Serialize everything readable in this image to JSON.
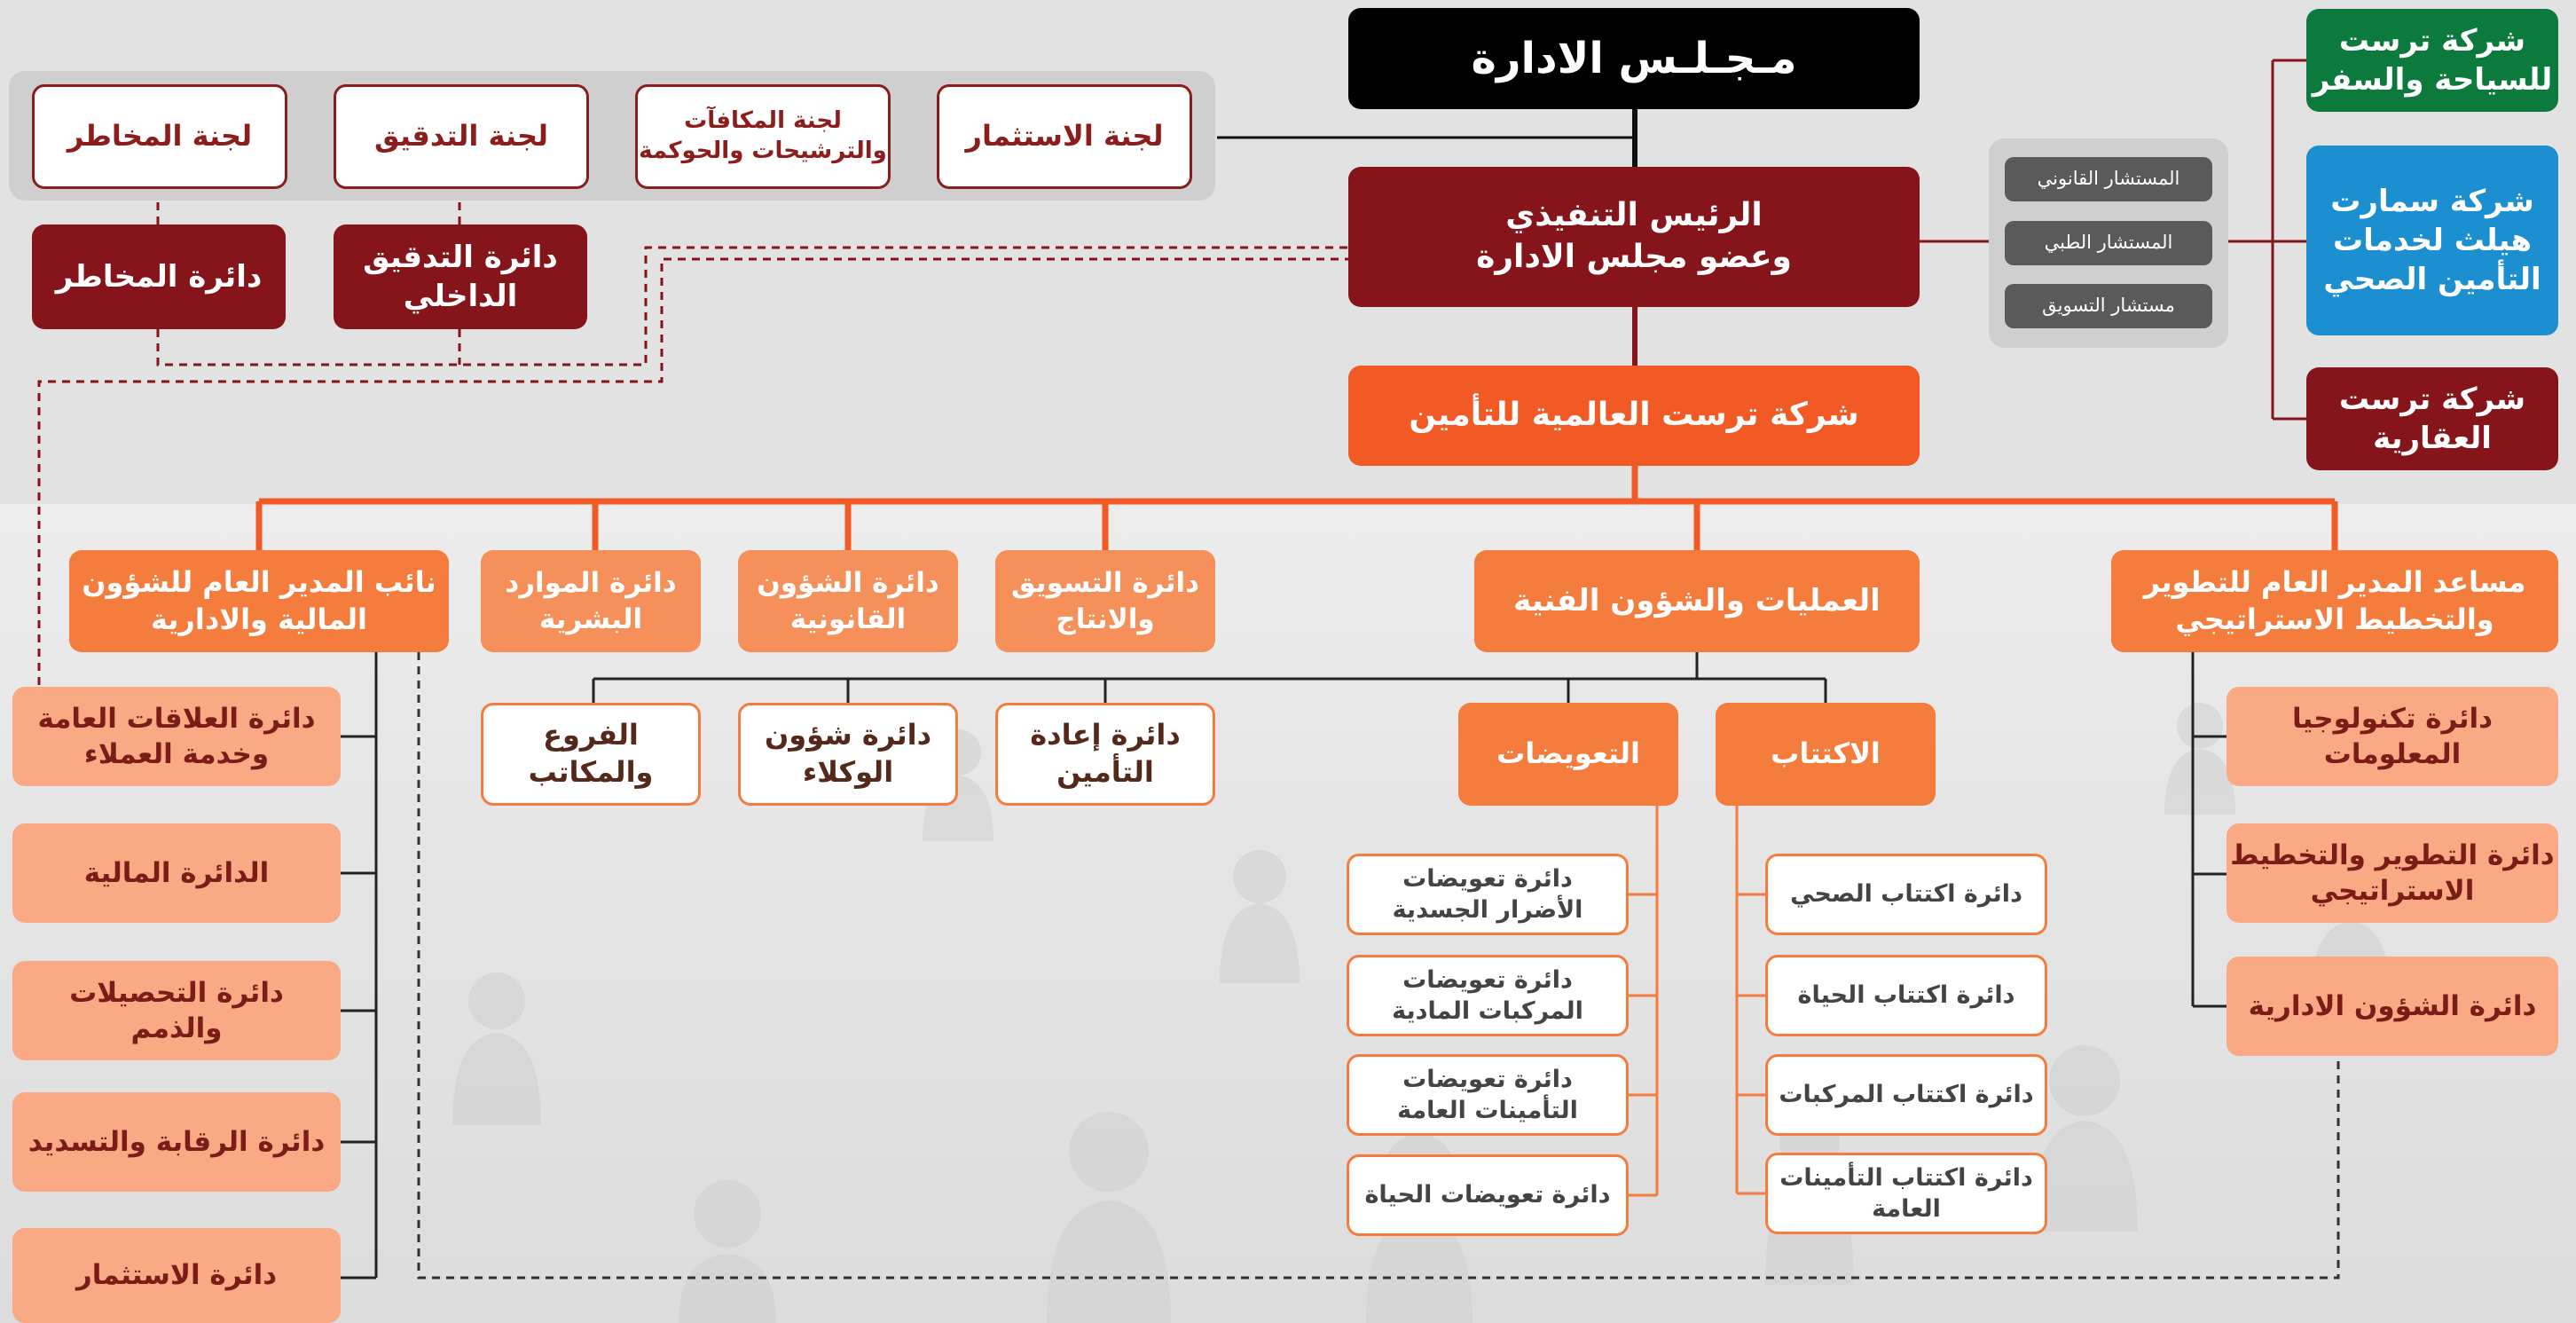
{
  "board": "مـجـلـس الادارة",
  "ceo": "الرئيس التنفيذي\nوعضو مجلس الادارة",
  "company": "شركة ترست العالمية للتأمين",
  "committees": {
    "investment": "لجنة الاستثمار",
    "remuneration": "لجنة المكافآت\nوالترشيحات والحوكمة",
    "audit": "لجنة التدقيق",
    "risk": "لجنة المخاطر"
  },
  "departments_top": {
    "internal_audit": "دائرة التدقيق\nالداخلي",
    "risk": "دائرة المخاطر"
  },
  "advisors": [
    "المستشار القانوني",
    "المستشار الطبي",
    "مستشار التسويق"
  ],
  "subsidiaries": {
    "travel": "شركة ترست\nللسياحة والسفر",
    "health": "شركة سمارت\nهيلث لخدمات\nالتأمين الصحي",
    "realestate": "شركة ترست\nالعقارية"
  },
  "level2": {
    "strategy": "مساعد المدير العام للتطوير\nوالتخطيط الاستراتيجي",
    "operations": "العمليات والشؤون الفنية",
    "marketing": "دائرة التسويق\nوالانتاج",
    "legal": "دائرة الشؤون\nالقانونية",
    "hr": "دائرة الموارد\nالبشرية",
    "finance": "نائب المدير العام للشؤون\nالمالية والادارية"
  },
  "operations_children": {
    "underwriting": "الاكتتاب",
    "claims": "التعويضات",
    "reinsurance": "دائرة إعادة\nالتأمين",
    "agents": "دائرة شؤون\nالوكلاء",
    "branches": "الفروع\nوالمكاتب"
  },
  "underwriting_depts": [
    "دائرة اكتتاب الصحي",
    "دائرة اكتتاب الحياة",
    "دائرة اكتتاب المركبات",
    "دائرة اكتتاب التأمينات\nالعامة"
  ],
  "claims_depts": [
    "دائرة تعويضات\nالأضرار الجسدية",
    "دائرة تعويضات\nالمركبات المادية",
    "دائرة تعويضات\nالتأمينات العامة",
    "دائرة تعويضات الحياة"
  ],
  "strategy_depts": [
    "دائرة تكنولوجيا\nالمعلومات",
    "دائرة التطوير والتخطيط\nالاستراتيجي",
    "دائرة الشؤون الادارية"
  ],
  "finance_depts": [
    "دائرة العلاقات العامة\nوخدمة العملاء",
    "الدائرة المالية",
    "دائرة التحصيلات\nوالذمم",
    "دائرة الرقابة والتسديد",
    "دائرة الاستثمار"
  ],
  "colors": {
    "black": "#000000",
    "dark_red": "#86141b",
    "orange": "#f15a24",
    "light_orange": "#f47c3c",
    "peach": "#f9a983",
    "green": "#0b7a3c",
    "blue": "#1b8fcf"
  }
}
